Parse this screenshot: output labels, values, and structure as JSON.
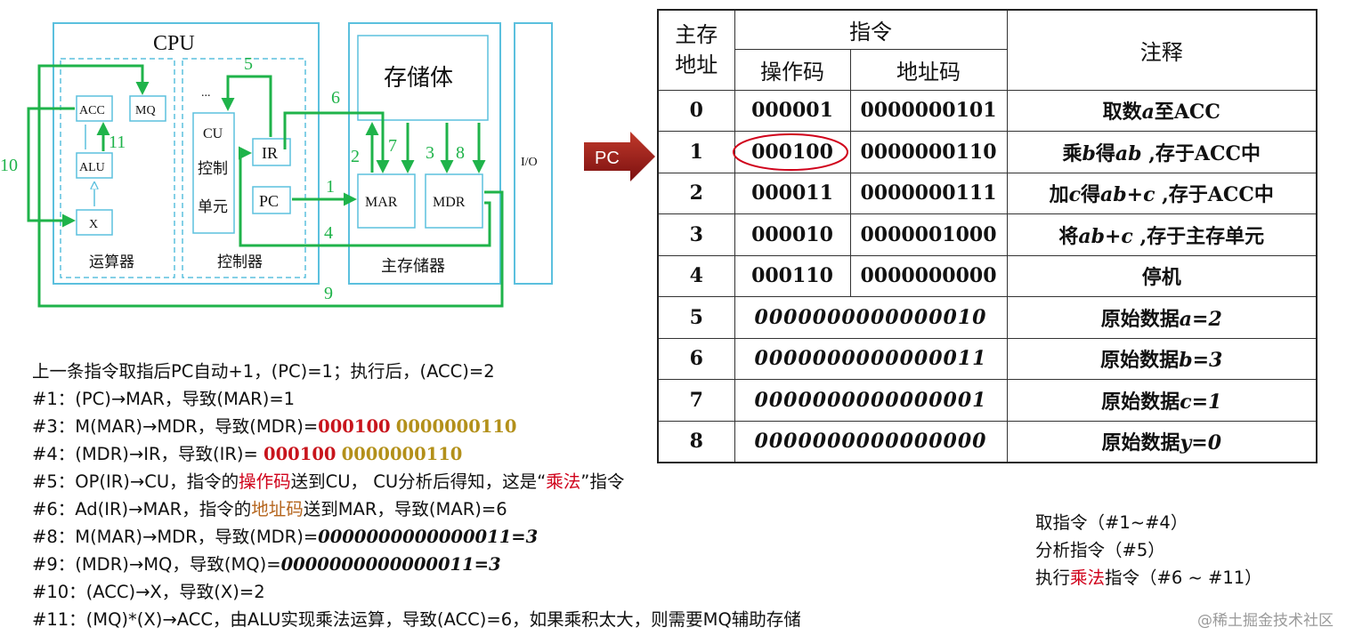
{
  "diagram": {
    "cpu_label": "CPU",
    "storage_body": "存储体",
    "acc": "ACC",
    "mq": "MQ",
    "alu": "ALU",
    "x": "X",
    "alu_unit_label": "运算器",
    "cu_line1": "CU",
    "cu_line2": "控制",
    "cu_line3": "单元",
    "cu_dots": "...",
    "ir": "IR",
    "pc": "PC",
    "controller_label": "控制器",
    "mar": "MAR",
    "mdr": "MDR",
    "main_memory_label": "主存储器",
    "io": "I/O",
    "n1": "1",
    "n2": "2",
    "n3": "3",
    "n4": "4",
    "n5": "5",
    "n6": "6",
    "n7": "7",
    "n8": "8",
    "n9": "9",
    "n10": "10",
    "n11": "11",
    "colors": {
      "box": "#5bc0de",
      "path": "#1fb34a"
    }
  },
  "pc_pointer": "PC",
  "table": {
    "h_addr": "主存\n地址",
    "h_instr": "指令",
    "h_opcode": "操作码",
    "h_addrcode": "地址码",
    "h_note": "注释",
    "rows": [
      {
        "addr": "0",
        "op": "000001",
        "ad": "0000000101"
      },
      {
        "addr": "1",
        "op": "000100",
        "ad": "0000000110"
      },
      {
        "addr": "2",
        "op": "000011",
        "ad": "0000000111"
      },
      {
        "addr": "3",
        "op": "000010",
        "ad": "0000001000"
      },
      {
        "addr": "4",
        "op": "000110",
        "ad": "0000000000"
      }
    ],
    "data_rows": [
      {
        "addr": "5",
        "data": "0000000000000010"
      },
      {
        "addr": "6",
        "data": "0000000000000011"
      },
      {
        "addr": "7",
        "data": "0000000000000001"
      },
      {
        "addr": "8",
        "data": "0000000000000000"
      }
    ],
    "notes": {
      "r0a": "取数",
      "r0b": "a",
      "r0c": "至ACC",
      "r1a": "乘",
      "r1b": "b",
      "r1c": "得",
      "r1d": "ab",
      "r1e": " ,存于ACC中",
      "r2a": "加",
      "r2b": "c",
      "r2c": "得",
      "r2d": "ab+c",
      "r2e": "  ,存于ACC中",
      "r3a": "将",
      "r3b": "ab+c",
      "r3c": " ,存于主存单元",
      "r4a": "停机",
      "r5a": "原始数据",
      "r5b": "a=2",
      "r6a": "原始数据",
      "r6b": "b=3",
      "r7a": "原始数据",
      "r7b": "c=1",
      "r8a": "原始数据",
      "r8b": "y=0"
    },
    "colors": {
      "opcode": "#c8141c",
      "addrcode": "#b3901a"
    }
  },
  "steps": {
    "s0": "上一条指令取指后PC自动+1，(PC)=1；执行后，(ACC)=2",
    "s1": "#1：(PC)→MAR，导致(MAR)=1",
    "s3a": "#3：M(MAR)→MDR，导致(MDR)=",
    "s3op": "000100",
    "s3ad": "0000000110",
    "s4a": "#4：(MDR)→IR，导致(IR)= ",
    "s4op": "000100",
    "s4ad": "0000000110",
    "s5a": "#5：OP(IR)→CU，指令的",
    "s5b": "操作码",
    "s5c": "送到CU， CU分析后得知，这是“",
    "s5d": "乘法",
    "s5e": "”指令",
    "s6a": "#6：Ad(IR)→MAR，指令的",
    "s6b": "地址码",
    "s6c": "送到MAR，导致(MAR)=6",
    "s8a": "#8：M(MAR)→MDR，导致(MDR)=",
    "s8b": "0000000000000011=3",
    "s9a": "#9：(MDR)→MQ，导致(MQ)=",
    "s9b": "0000000000000011=3",
    "s10": "#10：(ACC)→X，导致(X)=2",
    "s11": "#11：(MQ)*(X)→ACC，由ALU实现乘法运算，导致(ACC)=6，如果乘积太大，则需要MQ辅助存储"
  },
  "phases": {
    "p1": "取指令（#1~#4）",
    "p2": "分析指令（#5）",
    "p3a": "执行",
    "p3b": "乘法",
    "p3c": "指令（#6 ~ #11）"
  },
  "watermark": "@稀土掘金技术社区"
}
